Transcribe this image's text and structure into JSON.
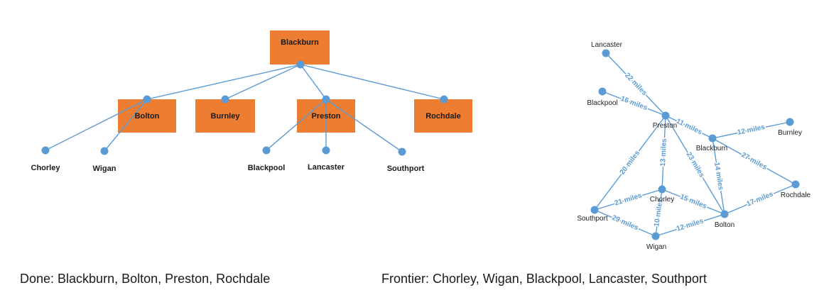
{
  "tree": {
    "boxes": [
      {
        "id": "blackburn",
        "label": "Blackburn"
      },
      {
        "id": "bolton",
        "label": "Bolton"
      },
      {
        "id": "burnley",
        "label": "Burnley"
      },
      {
        "id": "preston",
        "label": "Preston"
      },
      {
        "id": "rochdale",
        "label": "Rochdale"
      }
    ],
    "leaves": [
      {
        "id": "chorley",
        "label": "Chorley"
      },
      {
        "id": "wigan",
        "label": "Wigan"
      },
      {
        "id": "blackpool",
        "label": "Blackpool"
      },
      {
        "id": "lancaster",
        "label": "Lancaster"
      },
      {
        "id": "southport",
        "label": "Southport"
      }
    ],
    "links": [
      [
        "blackburn",
        "bolton"
      ],
      [
        "blackburn",
        "burnley"
      ],
      [
        "blackburn",
        "preston"
      ],
      [
        "blackburn",
        "rochdale"
      ],
      [
        "bolton",
        "chorley"
      ],
      [
        "bolton",
        "wigan"
      ],
      [
        "preston",
        "blackpool"
      ],
      [
        "preston",
        "lancaster"
      ],
      [
        "preston",
        "southport"
      ]
    ]
  },
  "map": {
    "cities": [
      {
        "id": "lancaster",
        "label": "Lancaster"
      },
      {
        "id": "blackpool",
        "label": "Blackpool"
      },
      {
        "id": "preston",
        "label": "Preston"
      },
      {
        "id": "burnley",
        "label": "Burnley"
      },
      {
        "id": "blackburn",
        "label": "Blackburn"
      },
      {
        "id": "rochdale",
        "label": "Rochdale"
      },
      {
        "id": "chorley",
        "label": "Chorley"
      },
      {
        "id": "southport",
        "label": "Southport"
      },
      {
        "id": "bolton",
        "label": "Bolton"
      },
      {
        "id": "wigan",
        "label": "Wigan"
      }
    ],
    "roads": [
      {
        "from": "lancaster",
        "to": "preston",
        "label": "22 miles"
      },
      {
        "from": "blackpool",
        "to": "preston",
        "label": "16 miles"
      },
      {
        "from": "preston",
        "to": "blackburn",
        "label": "11 miles"
      },
      {
        "from": "blackburn",
        "to": "burnley",
        "label": "12 miles"
      },
      {
        "from": "preston",
        "to": "southport",
        "label": "20 miles"
      },
      {
        "from": "preston",
        "to": "chorley",
        "label": "13 miles"
      },
      {
        "from": "preston",
        "to": "bolton",
        "label": "23 miles"
      },
      {
        "from": "blackburn",
        "to": "bolton",
        "label": "14 miles"
      },
      {
        "from": "blackburn",
        "to": "rochdale",
        "label": "27 miles"
      },
      {
        "from": "southport",
        "to": "chorley",
        "label": "21 miles"
      },
      {
        "from": "chorley",
        "to": "bolton",
        "label": "15 miles"
      },
      {
        "from": "chorley",
        "to": "wigan",
        "label": "10 miles"
      },
      {
        "from": "bolton",
        "to": "rochdale",
        "label": "17 miles"
      },
      {
        "from": "southport",
        "to": "wigan",
        "label": "29 miles"
      },
      {
        "from": "wigan",
        "to": "bolton",
        "label": "12 miles"
      }
    ]
  },
  "captions": {
    "done": "Done: Blackburn, Bolton, Preston, Rochdale",
    "frontier": "Frontier: Chorley, Wigan, Blackpool, Lancaster, Southport"
  }
}
